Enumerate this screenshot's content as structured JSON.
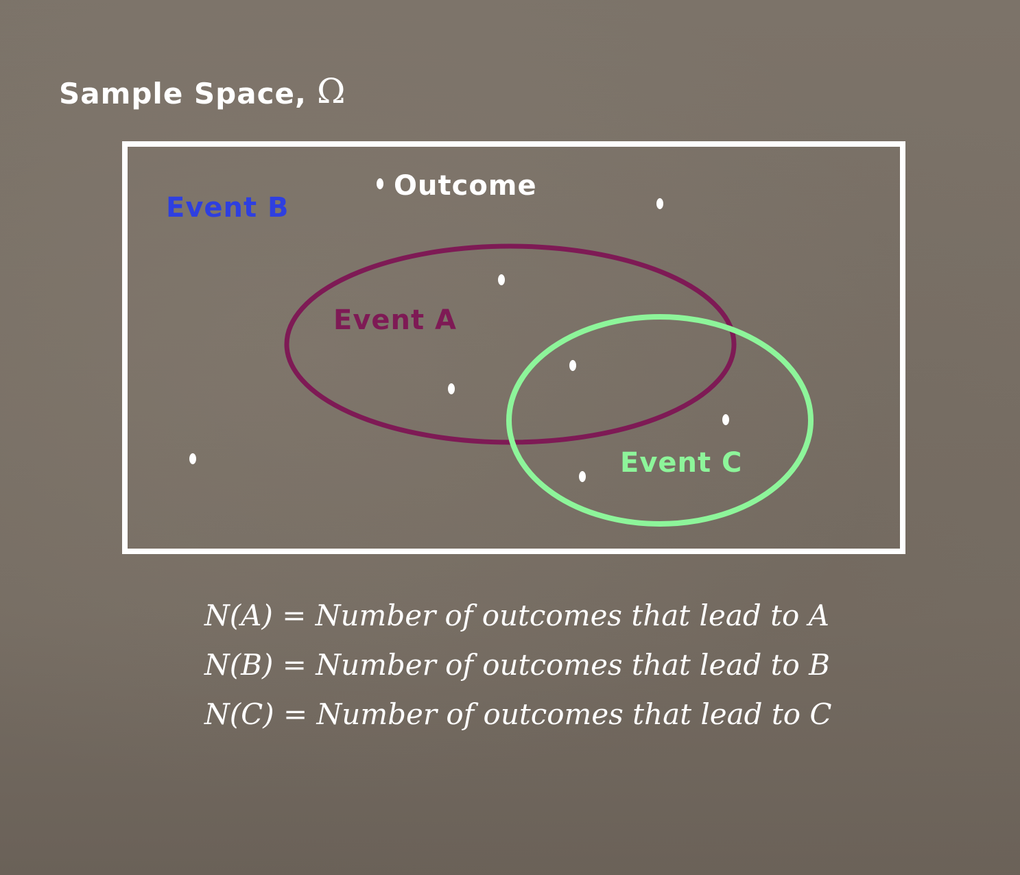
{
  "diagram": {
    "title": "Sample Space,",
    "omega_symbol": "Ω",
    "labels": {
      "outcome": "Outcome",
      "event_a": "Event A",
      "event_b": "Event B",
      "event_c": "Event C"
    },
    "colors": {
      "background": "#7a7167",
      "sample_space_border": "#ffffff",
      "event_a": "#7e1a55",
      "event_b": "#2e3fe0",
      "event_c": "#8df59a",
      "outcome_point": "#ffffff"
    },
    "formulas": [
      "N(A) = Number of outcomes that lead to A",
      "N(B) = Number of outcomes that lead to B",
      "N(C) = Number of outcomes that lead to C"
    ]
  }
}
